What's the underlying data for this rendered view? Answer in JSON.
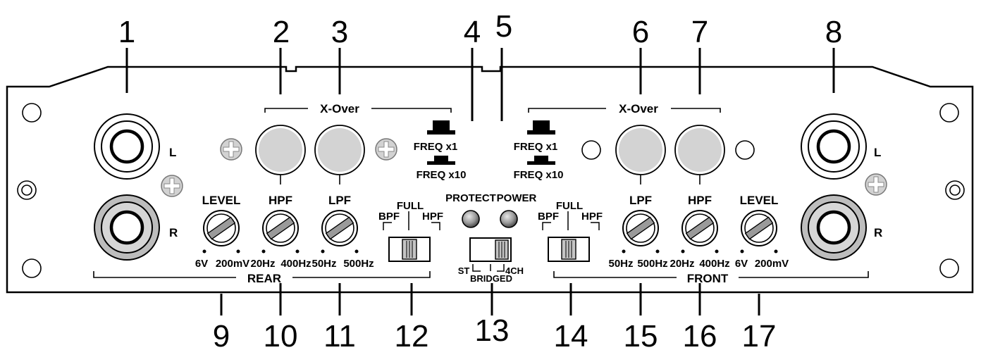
{
  "callouts": {
    "c1": "1",
    "c2": "2",
    "c3": "3",
    "c4": "4",
    "c5": "5",
    "c6": "6",
    "c7": "7",
    "c8": "8",
    "c9": "9",
    "c10": "10",
    "c11": "11",
    "c12": "12",
    "c13": "13",
    "c14": "14",
    "c15": "15",
    "c16": "16",
    "c17": "17"
  },
  "rear": {
    "section_label": "REAR",
    "xover_label": "X-Over",
    "rca_left": "L",
    "rca_right": "R",
    "level": {
      "label": "LEVEL",
      "min": "6V",
      "max": "200mV"
    },
    "hpf": {
      "label": "HPF",
      "min": "20Hz",
      "max": "400Hz"
    },
    "lpf": {
      "label": "LPF",
      "min": "50Hz",
      "max": "500Hz"
    },
    "filter_switch": {
      "full": "FULL",
      "bpf": "BPF",
      "hpf": "HPF"
    }
  },
  "front": {
    "section_label": "FRONT",
    "xover_label": "X-Over",
    "rca_left": "L",
    "rca_right": "R",
    "lpf": {
      "label": "LPF",
      "min": "50Hz",
      "max": "500Hz"
    },
    "hpf": {
      "label": "HPF",
      "min": "20Hz",
      "max": "400Hz"
    },
    "level": {
      "label": "LEVEL",
      "min": "6V",
      "max": "200mV"
    },
    "filter_switch": {
      "full": "FULL",
      "bpf": "BPF",
      "hpf": "HPF"
    }
  },
  "center": {
    "freq_x1_rear": "FREQ x1",
    "freq_x10_rear": "FREQ x10",
    "freq_x1_front": "FREQ x1",
    "freq_x10_front": "FREQ x10",
    "protect": "PROTECT",
    "power": "POWER",
    "mode_switch": {
      "st": "ST",
      "bridged": "BRIDGED",
      "ch4": "4CH"
    }
  }
}
